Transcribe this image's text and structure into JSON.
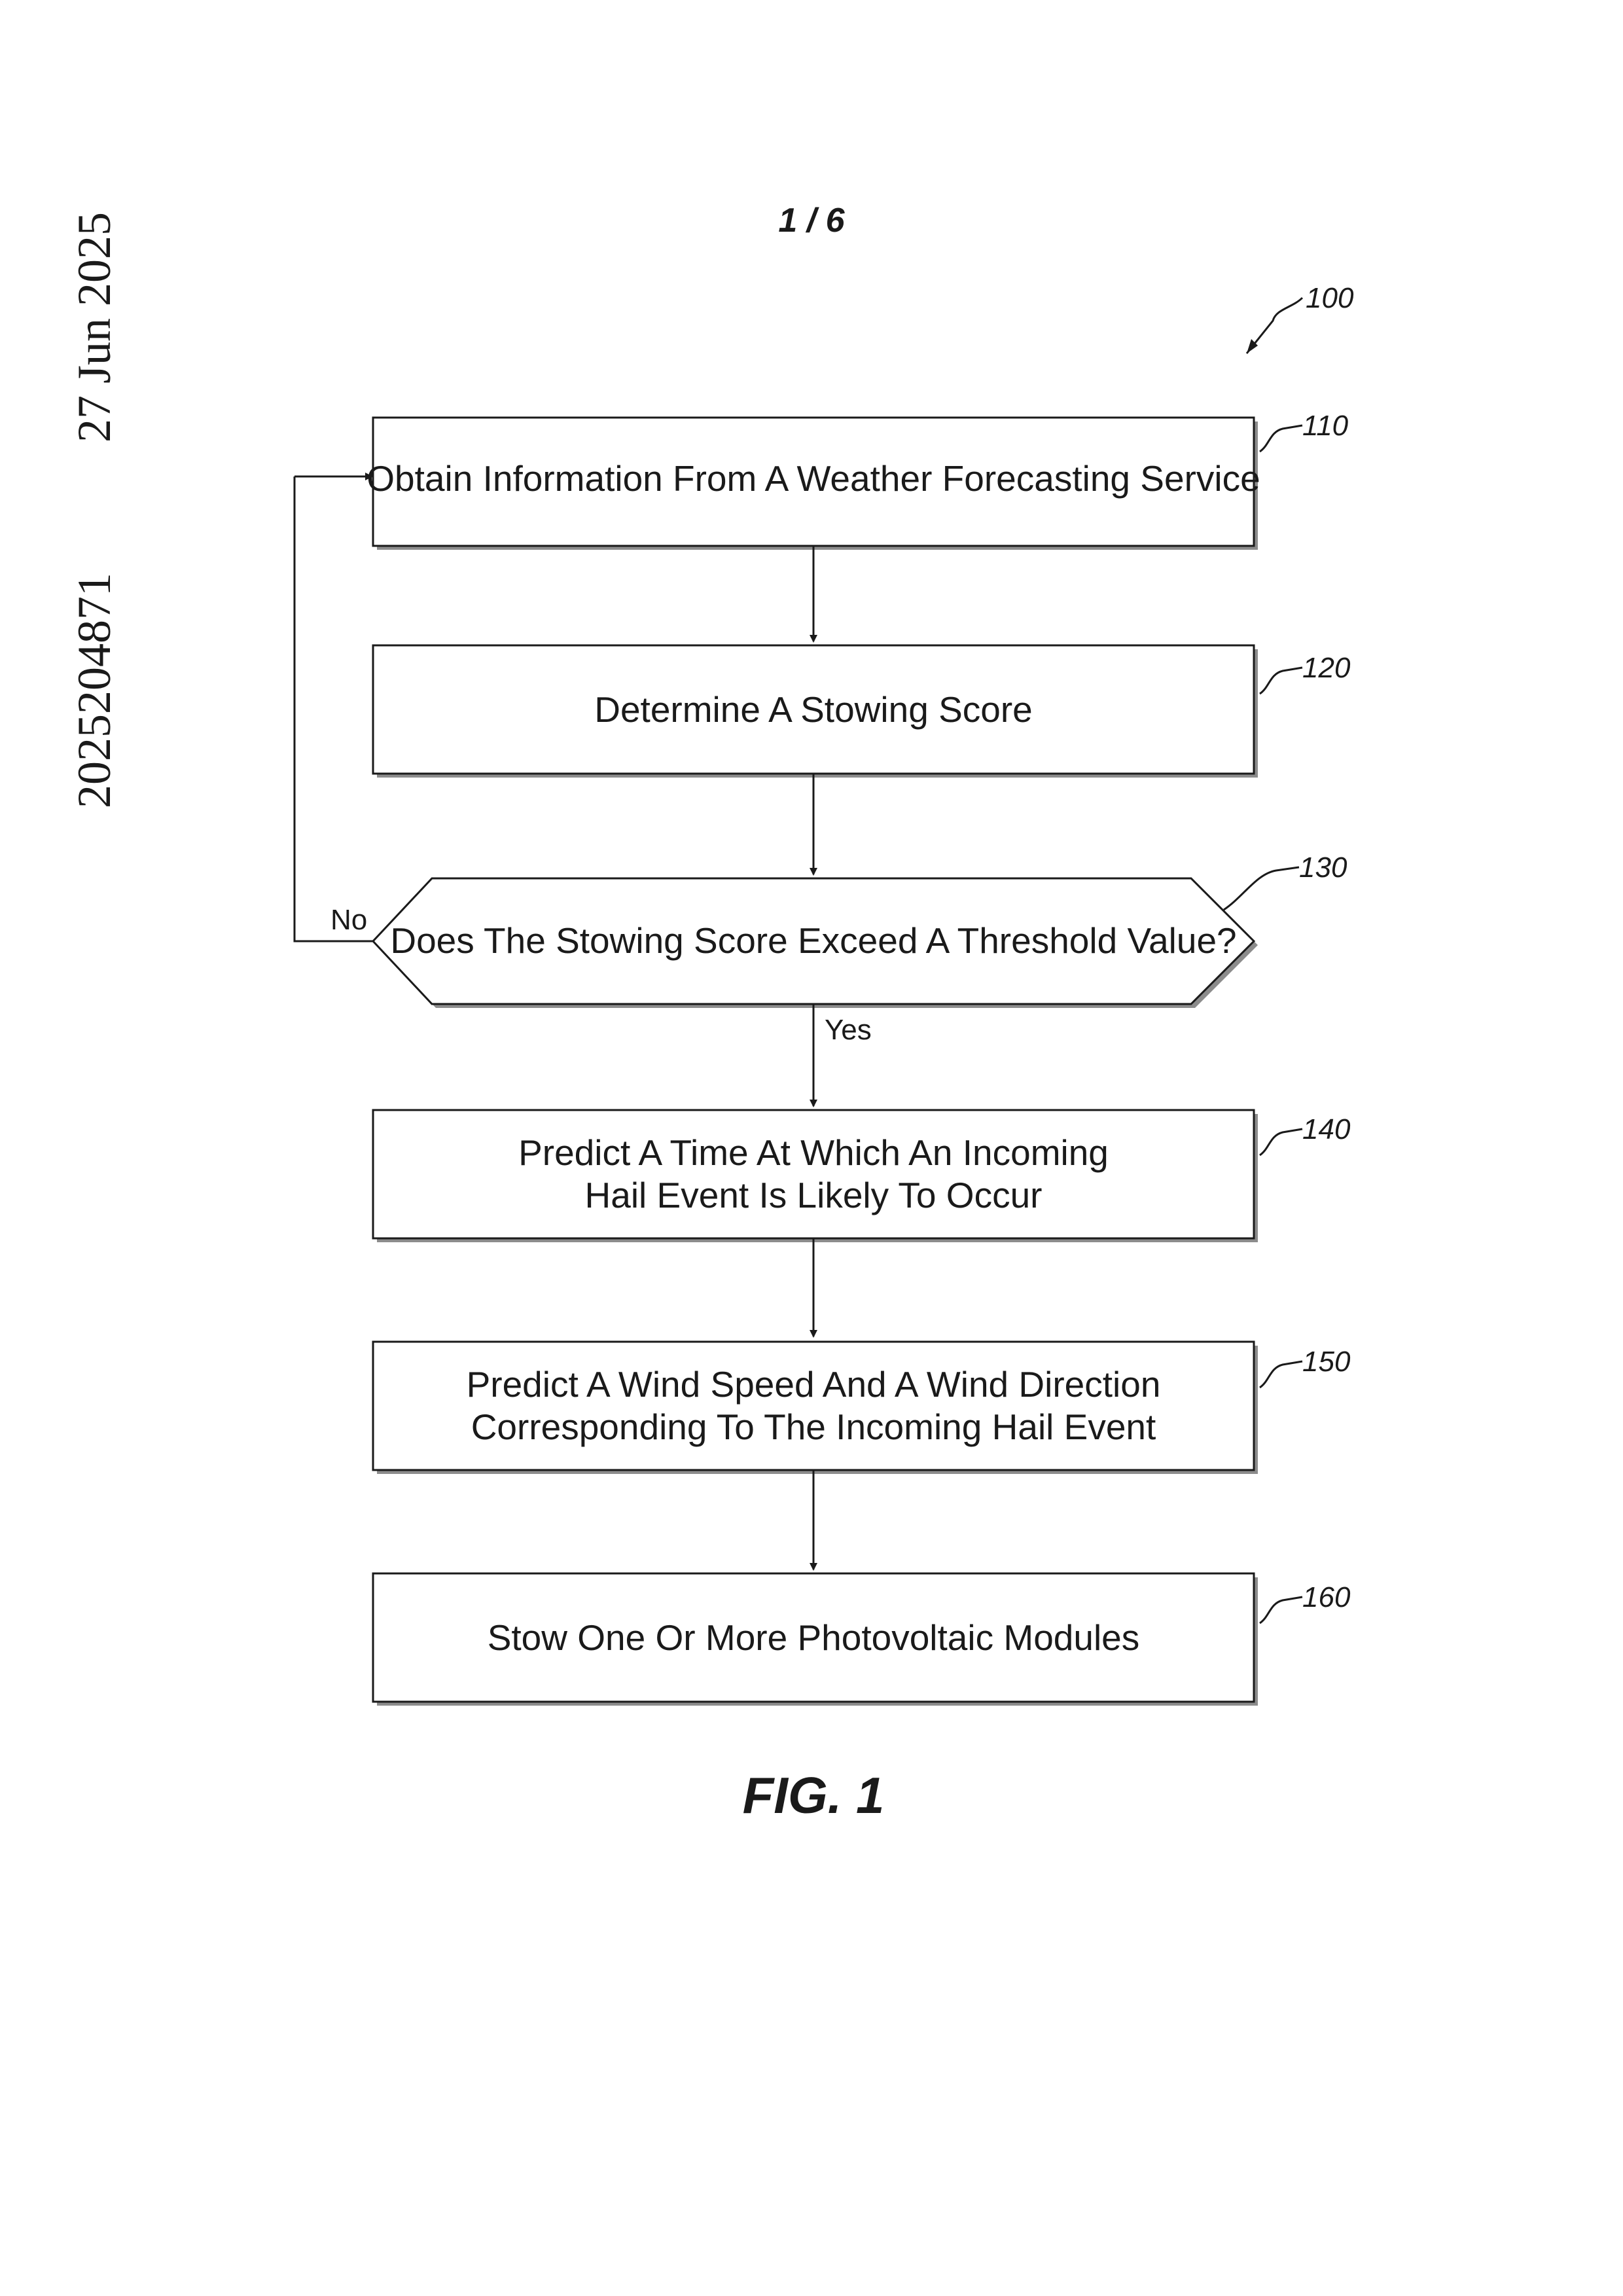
{
  "page_header": "1 / 6",
  "side_labels": {
    "date": "27 Jun 2025",
    "number": "2025204871"
  },
  "refs": {
    "overall": "100",
    "s110": "110",
    "s120": "120",
    "s130": "130",
    "s140": "140",
    "s150": "150",
    "s160": "160"
  },
  "steps": {
    "s110": {
      "line1": "Obtain Information From A Weather Forecasting Service"
    },
    "s120": {
      "line1": "Determine A Stowing Score"
    },
    "s130": {
      "line1": "Does The Stowing Score Exceed A Threshold Value?"
    },
    "s140": {
      "line1": "Predict A Time At Which An Incoming",
      "line2": "Hail Event Is Likely To Occur"
    },
    "s150": {
      "line1": "Predict A Wind Speed And A Wind Direction",
      "line2": "Corresponding To The Incoming Hail Event"
    },
    "s160": {
      "line1": "Stow One Or More Photovoltaic Modules"
    }
  },
  "branches": {
    "no": "No",
    "yes": "Yes"
  },
  "figure_caption": "FIG. 1"
}
